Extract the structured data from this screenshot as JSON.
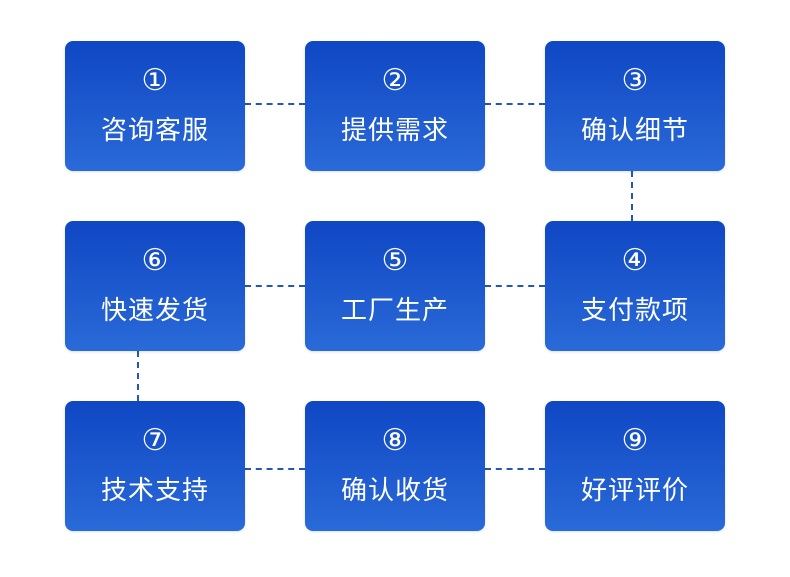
{
  "steps": [
    {
      "id": "1",
      "number": "①",
      "label": "咨询客服"
    },
    {
      "id": "2",
      "number": "②",
      "label": "提供需求"
    },
    {
      "id": "3",
      "number": "③",
      "label": "确认细节"
    },
    {
      "id": "4",
      "number": "④",
      "label": "支付款项"
    },
    {
      "id": "5",
      "number": "⑤",
      "label": "工厂生产"
    },
    {
      "id": "6",
      "number": "⑥",
      "label": "快速发货"
    },
    {
      "id": "7",
      "number": "⑦",
      "label": "技术支持"
    },
    {
      "id": "8",
      "number": "⑧",
      "label": "确认收货"
    },
    {
      "id": "9",
      "number": "⑨",
      "label": "好评评价"
    }
  ],
  "flow": [
    [
      "1",
      "2"
    ],
    [
      "2",
      "3"
    ],
    [
      "3",
      "4"
    ],
    [
      "4",
      "5"
    ],
    [
      "5",
      "6"
    ],
    [
      "6",
      "7"
    ],
    [
      "7",
      "8"
    ],
    [
      "8",
      "9"
    ]
  ],
  "colors": {
    "box_top": "#0f47c4",
    "box_bottom": "#2a6ad8",
    "connector": "#2456b8",
    "text": "#ffffff"
  }
}
